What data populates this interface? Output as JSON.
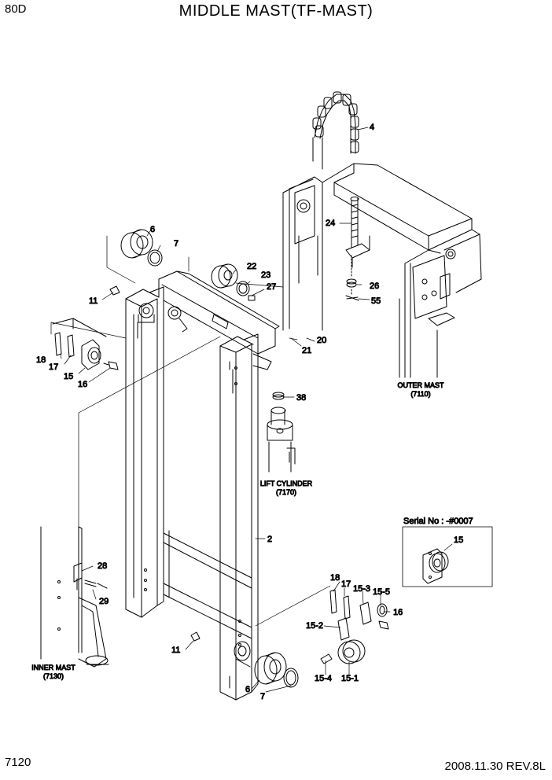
{
  "header": {
    "model": "80D",
    "title": "MIDDLE MAST(TF-MAST)"
  },
  "footer": {
    "page_code": "7120",
    "date_rev": "2008.11.30  REV.8L"
  },
  "callouts": {
    "c4": "4",
    "c6a": "6",
    "c7a": "7",
    "c22": "22",
    "c23": "23",
    "c27": "27",
    "c24": "24",
    "c26": "26",
    "c55": "55",
    "c11a": "11",
    "c20": "20",
    "c21": "21",
    "c18a": "18",
    "c17a": "17",
    "c15a": "15",
    "c16a": "16",
    "c38": "38",
    "c2": "2",
    "c28": "28",
    "c29": "29",
    "c11b": "11",
    "c6b": "6",
    "c7b": "7",
    "c18b": "18",
    "c17b": "17",
    "c15_3": "15-3",
    "c15_5": "15-5",
    "c16b": "16",
    "c15_2": "15-2",
    "c15_4": "15-4",
    "c15_1": "15-1",
    "c15c": "15"
  },
  "assemblies": {
    "outer_mast": {
      "name": "OUTER MAST",
      "code": "(7110)"
    },
    "lift_cylinder": {
      "name": "LIFT CYLINDER",
      "code": "(7170)"
    },
    "inner_mast": {
      "name": "INNER MAST",
      "code": "(7130)"
    }
  },
  "serial_box": {
    "label": "Serial No : -#0007"
  }
}
